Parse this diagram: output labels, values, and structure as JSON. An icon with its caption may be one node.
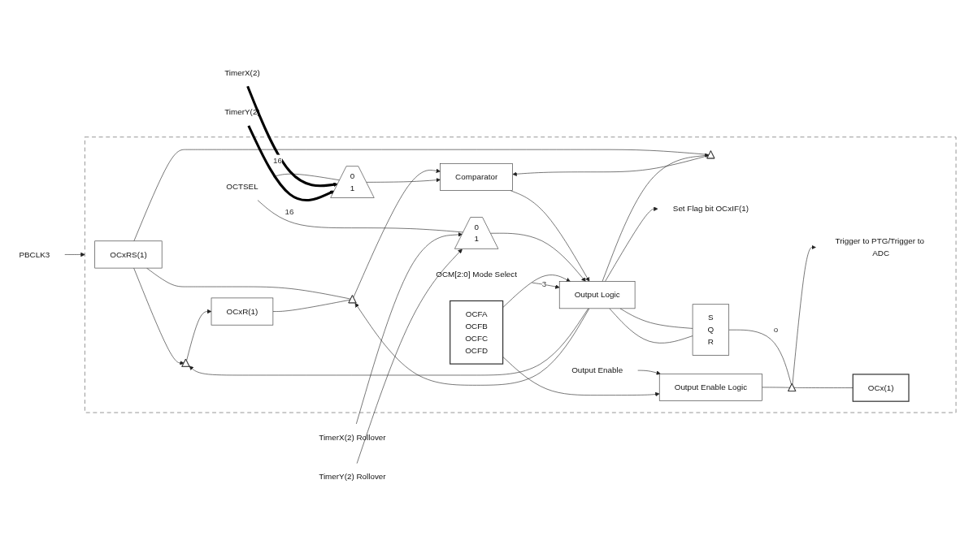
{
  "diagram": {
    "nodes": [
      {
        "text": [],
        "shape": "box"
      },
      {
        "text": [
          "OCxRS(1)"
        ],
        "in": 0
      },
      {
        "text": [],
        "shape": "triangle",
        "in": 0
      },
      {
        "text": [
          "OCxR(1)"
        ],
        "in": 0
      },
      {
        "text": [],
        "shape": "triangle",
        "in": 0
      },
      {
        "text": [],
        "shape": "triangle",
        "in": 0
      },
      {
        "text": [
          "Comparator"
        ],
        "in": 0
      },
      {
        "text": [
          "0",
          "1"
        ],
        "in": 0
      },
      {
        "text": [
          "OCTSEL"
        ],
        "in": 0
      },
      {
        "text": [
          "0",
          "1"
        ],
        "in": 0
      },
      {
        "text": [
          "Output Logic"
        ],
        "in": 0
      },
      {
        "text": [
          "Set Flag bit OCxIF(1)"
        ],
        "in": 0
      },
      {
        "text": [
          "S",
          "Q",
          "R"
        ],
        "in": 0
      },
      {
        "text": [],
        "shape": "triangle",
        "in": 0
      },
      {
        "text": [
          "Trigger to PTG/Trigger to ADC"
        ],
        "in": 0
      },
      {
        "text": [
          "OCx(1)"
        ],
        "in": 0
      },
      {
        "text": [
          "Output Enable"
        ],
        "in": 0
      },
      {
        "text": [
          "Output Enable Logic"
        ],
        "in": 0
      },
      {
        "text": [
          "OCM[2:0] Mode Select"
        ],
        "in": 0
      },
      {
        "text": [
          "OCFA",
          "OCFB",
          "OCFC",
          "OCFD"
        ],
        "in": 0
      },
      {
        "text": [
          "PBCLK3"
        ]
      },
      {
        "text": [
          "TimerX(2)"
        ]
      },
      {
        "text": [
          "TimerY(2)"
        ]
      },
      {
        "text": [
          "TimerX(2) Rollover"
        ]
      },
      {
        "text": [
          "TimerY(2) Rollover"
        ]
      }
    ],
    "edges": [
      {
        "from": 1,
        "to": 2,
        "arrow": "to"
      },
      {
        "from": 2,
        "to": 3,
        "arrow": "to"
      },
      {
        "from": 1,
        "to": 4,
        "arrow": "none"
      },
      {
        "from": 1,
        "to": 5,
        "arrow": "none"
      },
      {
        "from": 3,
        "to": 5,
        "arrow": "none"
      },
      {
        "from": 4,
        "to": 6,
        "arrow": "to"
      },
      {
        "from": 5,
        "to": 6,
        "arrow": "to"
      },
      {
        "from": 10,
        "to": 2,
        "arrow": "to"
      },
      {
        "from": 10,
        "to": 4,
        "arrow": "to"
      },
      {
        "from": 10,
        "to": 5,
        "arrow": "to"
      },
      {
        "from": 6,
        "to": 10,
        "arrow": "to"
      },
      {
        "from": 9,
        "to": 10,
        "arrow": "to"
      },
      {
        "from": 7,
        "to": 6,
        "arrow": "to"
      },
      {
        "from": 8,
        "to": 7,
        "arrow": "none"
      },
      {
        "from": 8,
        "to": 9,
        "arrow": "none"
      },
      {
        "from": 21,
        "to": 7,
        "arrow": "to",
        "label": "16",
        "style": "thick"
      },
      {
        "from": 22,
        "to": 7,
        "arrow": "to",
        "label": "16",
        "style": "thick"
      },
      {
        "from": 23,
        "to": 9,
        "arrow": "to"
      },
      {
        "from": 24,
        "to": 9,
        "arrow": "to"
      },
      {
        "from": 20,
        "to": 0,
        "arrow": "to"
      },
      {
        "from": 10,
        "to": 11,
        "arrow": "to"
      },
      {
        "from": 10,
        "to": 12,
        "arrow": "none"
      },
      {
        "from": 10,
        "to": 12,
        "arrow": "none"
      },
      {
        "from": 12,
        "to": 13,
        "arrow": "none",
        "label": "o"
      },
      {
        "from": 13,
        "to": 15,
        "arrow": "none"
      },
      {
        "from": 13,
        "to": 14,
        "arrow": "to"
      },
      {
        "from": 17,
        "to": 13,
        "arrow": "none"
      },
      {
        "from": 16,
        "to": 17,
        "arrow": "to"
      },
      {
        "from": 19,
        "to": 17,
        "arrow": "to"
      },
      {
        "from": 19,
        "to": 10,
        "arrow": "to"
      },
      {
        "from": 18,
        "to": 10,
        "arrow": "to",
        "label": "3"
      }
    ]
  }
}
